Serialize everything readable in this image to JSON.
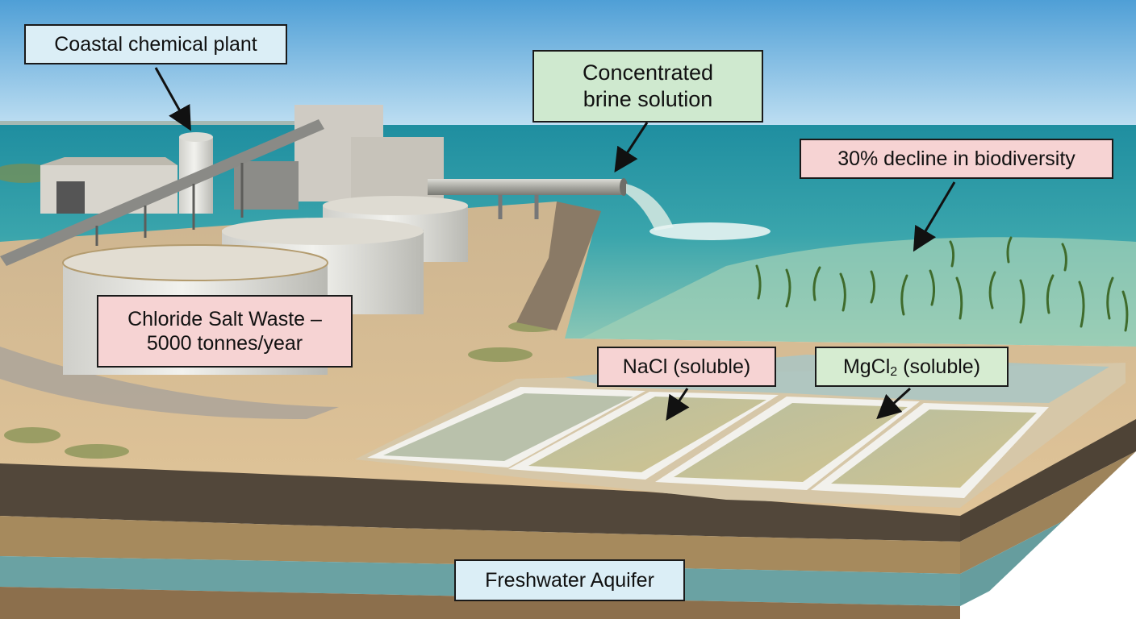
{
  "labels": {
    "plant": "Coastal chemical plant",
    "brine_line1": "Concentrated",
    "brine_line2": "brine solution",
    "biodiversity": "30% decline in biodiversity",
    "waste_line1": "Chloride Salt Waste –",
    "waste_line2": "5000 tonnes/year",
    "nacl": "NaCl (soluble)",
    "mgcl_base": "MgCl",
    "mgcl_sub": "2",
    "mgcl_rest": " (soluble)",
    "aquifer": "Freshwater Aquifer"
  },
  "colors": {
    "sky": "#8cc1e6",
    "sea": "#2e9aa6",
    "shallow_water": "#8fc6b3",
    "sand": "#d9b98a",
    "tank": "#e7e6e1",
    "pond_water": "#c8c69a",
    "salt_crust": "#f4f4f2",
    "soil_dark": "#4f4437",
    "soil_light": "#a88a5c",
    "aquifer": "#6aa3a3"
  },
  "icons": [
    "arrow-icon",
    "pipe-icon",
    "tank-icon",
    "seagrass-icon",
    "evaporation-pond-icon"
  ]
}
